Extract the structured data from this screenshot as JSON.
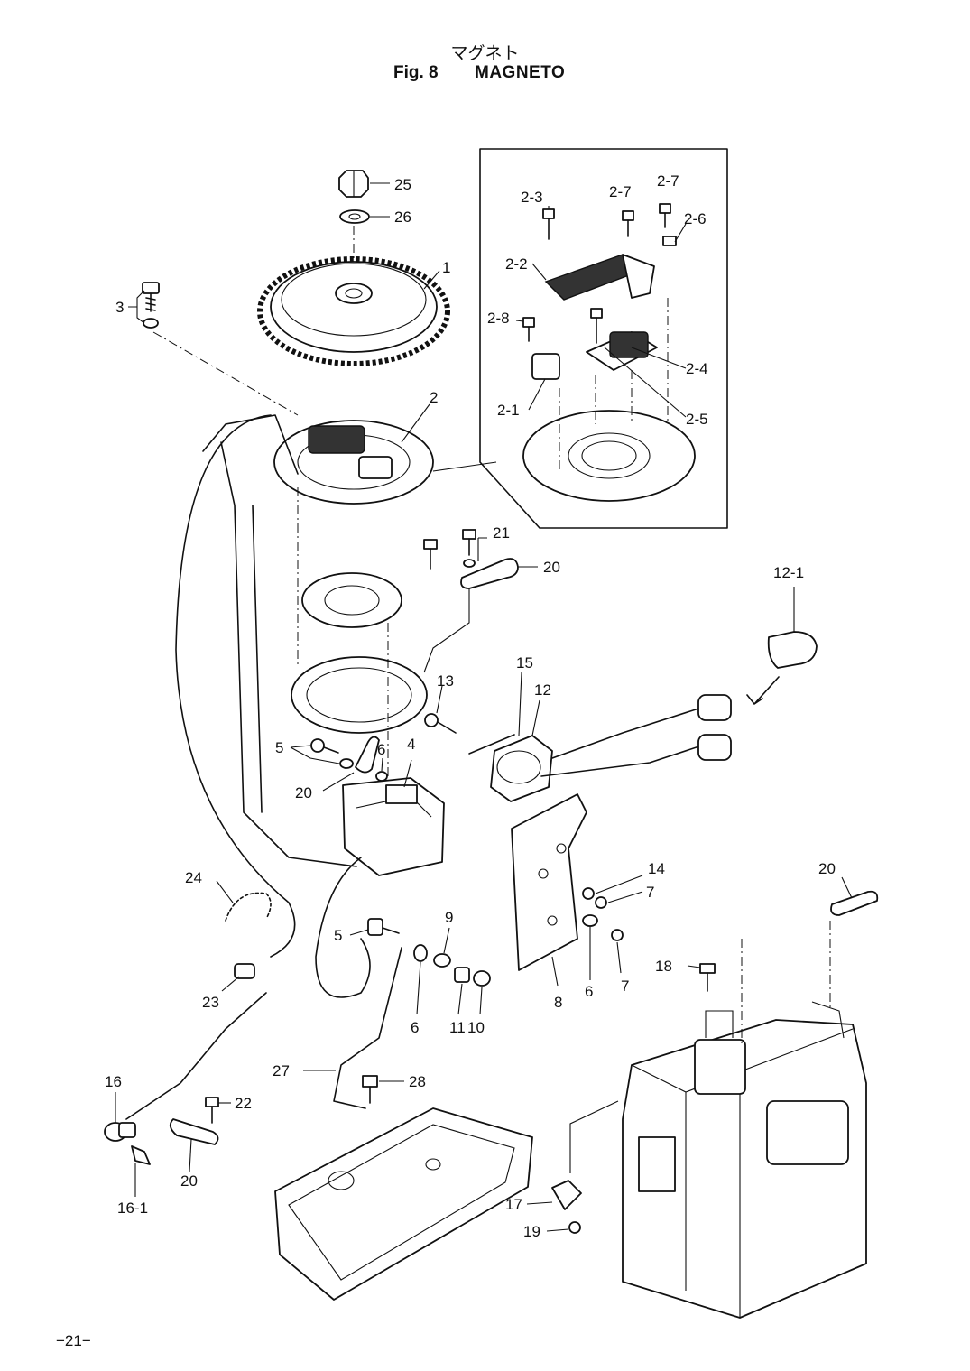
{
  "header": {
    "title_jp": "マグネト",
    "fig_number": "Fig. 8",
    "fig_name": "MAGNETO"
  },
  "page_number": "−21−",
  "callouts": [
    {
      "id": "c25",
      "text": "25"
    },
    {
      "id": "c26",
      "text": "26"
    },
    {
      "id": "c1",
      "text": "1"
    },
    {
      "id": "c3",
      "text": "3"
    },
    {
      "id": "c2",
      "text": "2"
    },
    {
      "id": "c2_3",
      "text": "2-3"
    },
    {
      "id": "c2_7a",
      "text": "2-7"
    },
    {
      "id": "c2_7b",
      "text": "2-7"
    },
    {
      "id": "c2_6",
      "text": "2-6"
    },
    {
      "id": "c2_2",
      "text": "2-2"
    },
    {
      "id": "c2_8",
      "text": "2-8"
    },
    {
      "id": "c2_4",
      "text": "2-4"
    },
    {
      "id": "c2_1",
      "text": "2-1"
    },
    {
      "id": "c2_5",
      "text": "2-5"
    },
    {
      "id": "c21",
      "text": "21"
    },
    {
      "id": "c20a",
      "text": "20"
    },
    {
      "id": "c12_1",
      "text": "12-1"
    },
    {
      "id": "c15",
      "text": "15"
    },
    {
      "id": "c13",
      "text": "13"
    },
    {
      "id": "c12",
      "text": "12"
    },
    {
      "id": "c5a",
      "text": "5"
    },
    {
      "id": "c6a",
      "text": "6"
    },
    {
      "id": "c4",
      "text": "4"
    },
    {
      "id": "c20b",
      "text": "20"
    },
    {
      "id": "c14",
      "text": "14"
    },
    {
      "id": "c7a",
      "text": "7"
    },
    {
      "id": "c20c",
      "text": "20"
    },
    {
      "id": "c24",
      "text": "24"
    },
    {
      "id": "c5b",
      "text": "5"
    },
    {
      "id": "c9",
      "text": "9"
    },
    {
      "id": "c6b",
      "text": "6"
    },
    {
      "id": "c7b",
      "text": "7"
    },
    {
      "id": "c18",
      "text": "18"
    },
    {
      "id": "c23",
      "text": "23"
    },
    {
      "id": "c6c",
      "text": "6"
    },
    {
      "id": "c11",
      "text": "11"
    },
    {
      "id": "c10",
      "text": "10"
    },
    {
      "id": "c8",
      "text": "8"
    },
    {
      "id": "c27",
      "text": "27"
    },
    {
      "id": "c28",
      "text": "28"
    },
    {
      "id": "c16",
      "text": "16"
    },
    {
      "id": "c22",
      "text": "22"
    },
    {
      "id": "c20d",
      "text": "20"
    },
    {
      "id": "c16_1",
      "text": "16-1"
    },
    {
      "id": "c17",
      "text": "17"
    },
    {
      "id": "c19",
      "text": "19"
    }
  ]
}
